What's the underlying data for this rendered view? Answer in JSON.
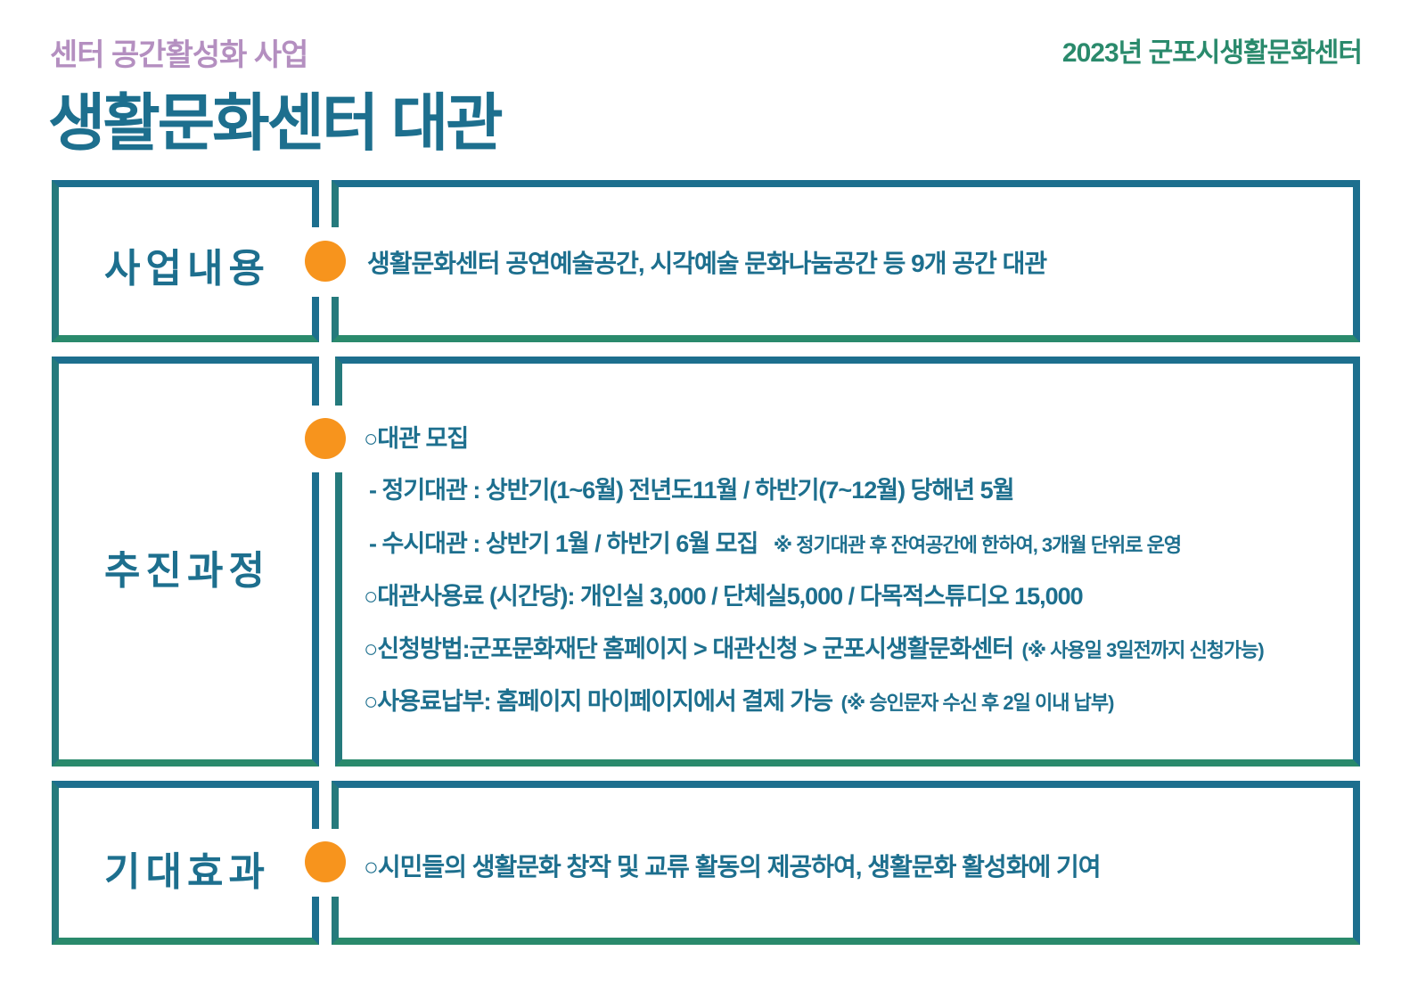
{
  "header": {
    "subtitle": "센터 공간활성화 사업",
    "title": "생활문화센터 대관",
    "corner": "2023년 군포시생활문화센터"
  },
  "sections": {
    "content": {
      "label": "사업내용",
      "text": "생활문화센터 공연예술공간, 시각예술 문화나눔공간 등 9개 공간 대관"
    },
    "process": {
      "label": "추진과정",
      "line1": "○대관 모집",
      "line2": "- 정기대관 : 상반기(1~6월) 전년도11월 / 하반기(7~12월) 당해년 5월",
      "line3_main": "- 수시대관 : 상반기 1월 / 하반기 6월 모집",
      "line3_note": "※ 정기대관 후 잔여공간에 한하여, 3개월 단위로 운영",
      "line4": "○대관사용료 (시간당): 개인실 3,000 / 단체실5,000 / 다목적스튜디오 15,000",
      "line5_main": "○신청방법:군포문화재단 홈페이지 > 대관신청 > 군포시생활문화센터",
      "line5_note": "(※ 사용일 3일전까지 신청가능)",
      "line6_main": "○사용료납부: 홈페이지 마이페이지에서 결제 가능",
      "line6_note": "(※ 승인문자 수신 후 2일 이내 납부)"
    },
    "effect": {
      "label": "기대효과",
      "text": "○시민들의 생활문화 창작 및 교류 활동의 제공하여, 생활문화 활성화에 기여"
    }
  },
  "colors": {
    "primary": "#1d6f8e",
    "green": "#2a8a6c",
    "purple": "#b48fc0",
    "orange": "#f7941d"
  }
}
